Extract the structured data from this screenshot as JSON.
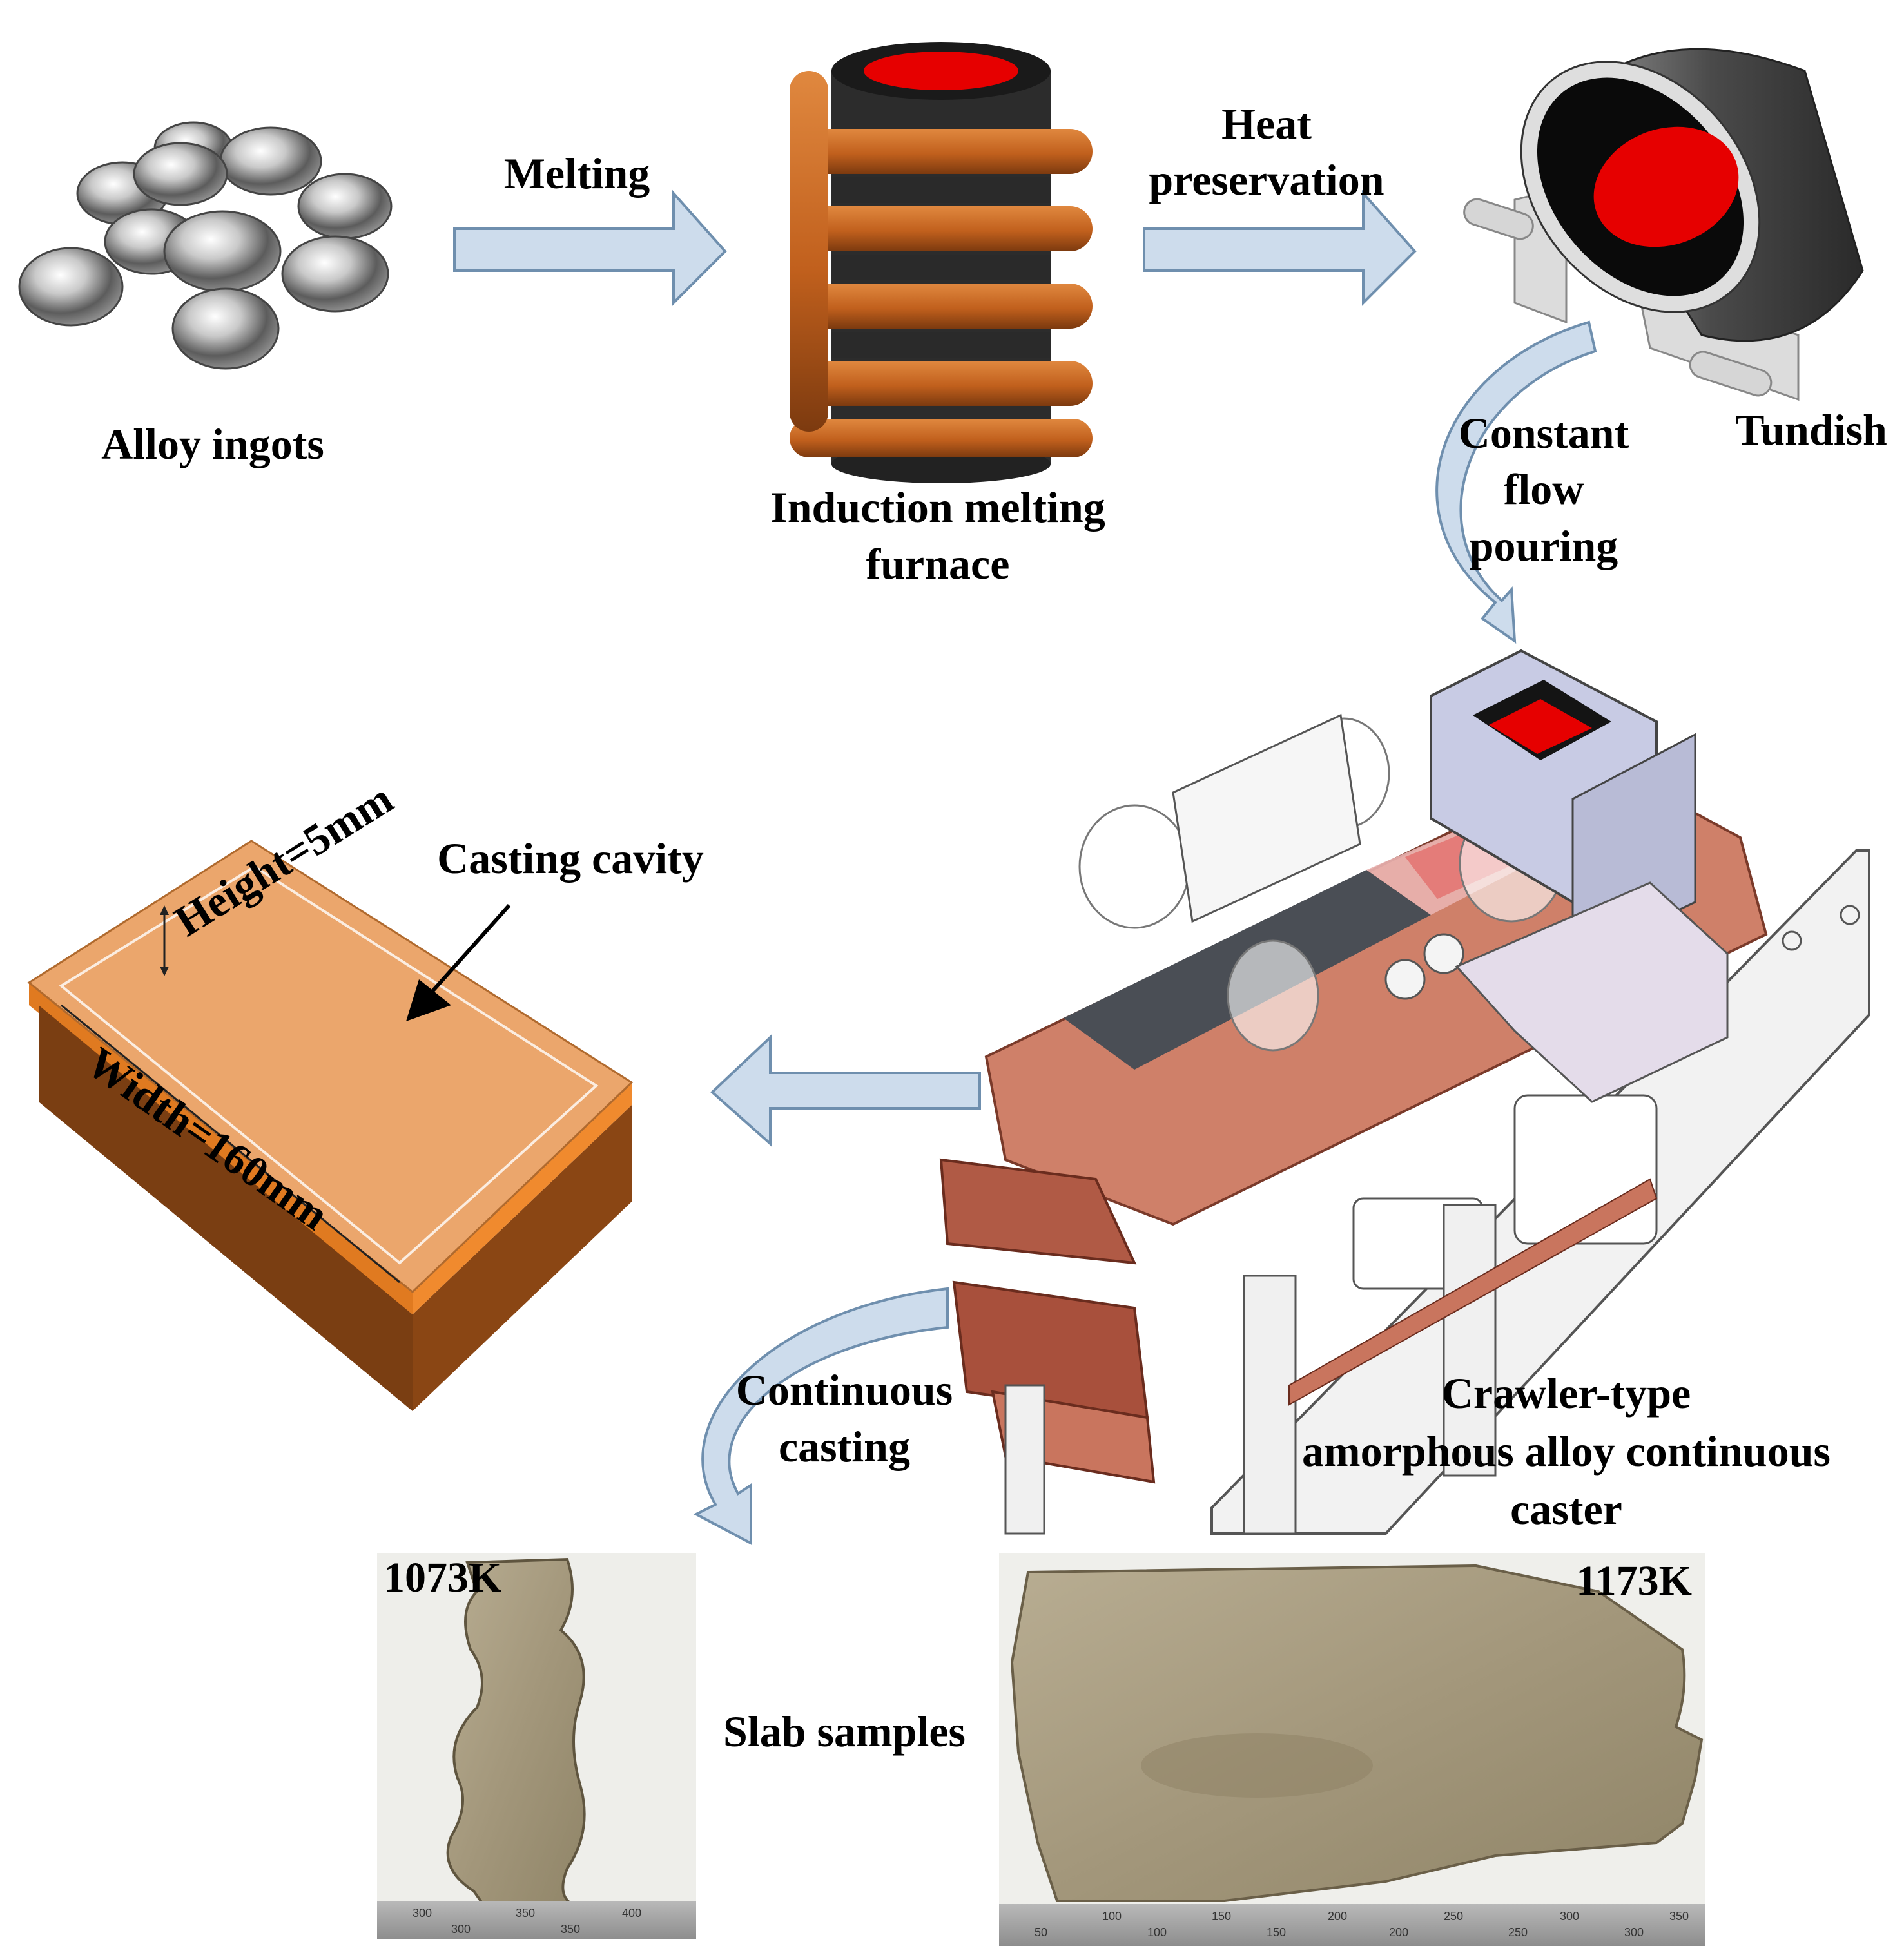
{
  "labels": {
    "alloy_ingots": "Alloy ingots",
    "melting": "Melting",
    "induction_line1": "Induction melting",
    "induction_line2": "furnace",
    "heat_line1": "Heat",
    "heat_line2": "preservation",
    "tundish": "Tundish",
    "constant_line1": "Constant",
    "constant_line2": "flow",
    "constant_line3": "pouring",
    "casting_cavity": "Casting cavity",
    "height": "Height=5mm",
    "width": "Width=160mm",
    "continuous_line1": "Continuous",
    "continuous_line2": "casting",
    "caster_line1": "Crawler-type",
    "caster_line2": "amorphous alloy continuous",
    "caster_line3": "caster",
    "slab_samples": "Slab samples",
    "temp_left": "1073K",
    "temp_right": "1173K"
  },
  "ruler_left": [
    "300",
    "350",
    "400",
    "300",
    "350"
  ],
  "ruler_right": [
    "100",
    "150",
    "200",
    "250",
    "300",
    "350",
    "50",
    "100",
    "150",
    "200",
    "250",
    "300"
  ],
  "colors": {
    "arrow_fill": "#cddcec",
    "arrow_stroke": "#6f8fae",
    "copper": "#c8631e",
    "molten": "#e60000",
    "box_top": "#eba66c",
    "box_side": "#7a3e12",
    "slab": "#a59a80",
    "caster_block": "#c9755e"
  }
}
